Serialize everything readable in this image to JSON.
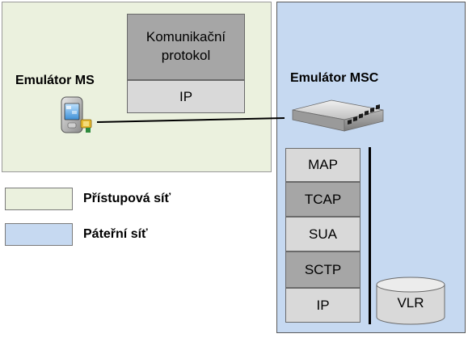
{
  "regions": {
    "ms_color": "#ebf1de",
    "msc_color": "#c6d9f1"
  },
  "ms": {
    "label": "Emulátor MS",
    "icon": "pda-phone-icon",
    "stack": [
      "Komunikační protokol",
      "IP"
    ]
  },
  "msc": {
    "label": "Emulátor MSC",
    "icon": "network-switch-icon",
    "stack": [
      "MAP",
      "TCAP",
      "SUA",
      "SCTP",
      "IP"
    ],
    "database": "VLR"
  },
  "legend": {
    "access": "Přístupová síť",
    "core": "Páteřní síť"
  }
}
